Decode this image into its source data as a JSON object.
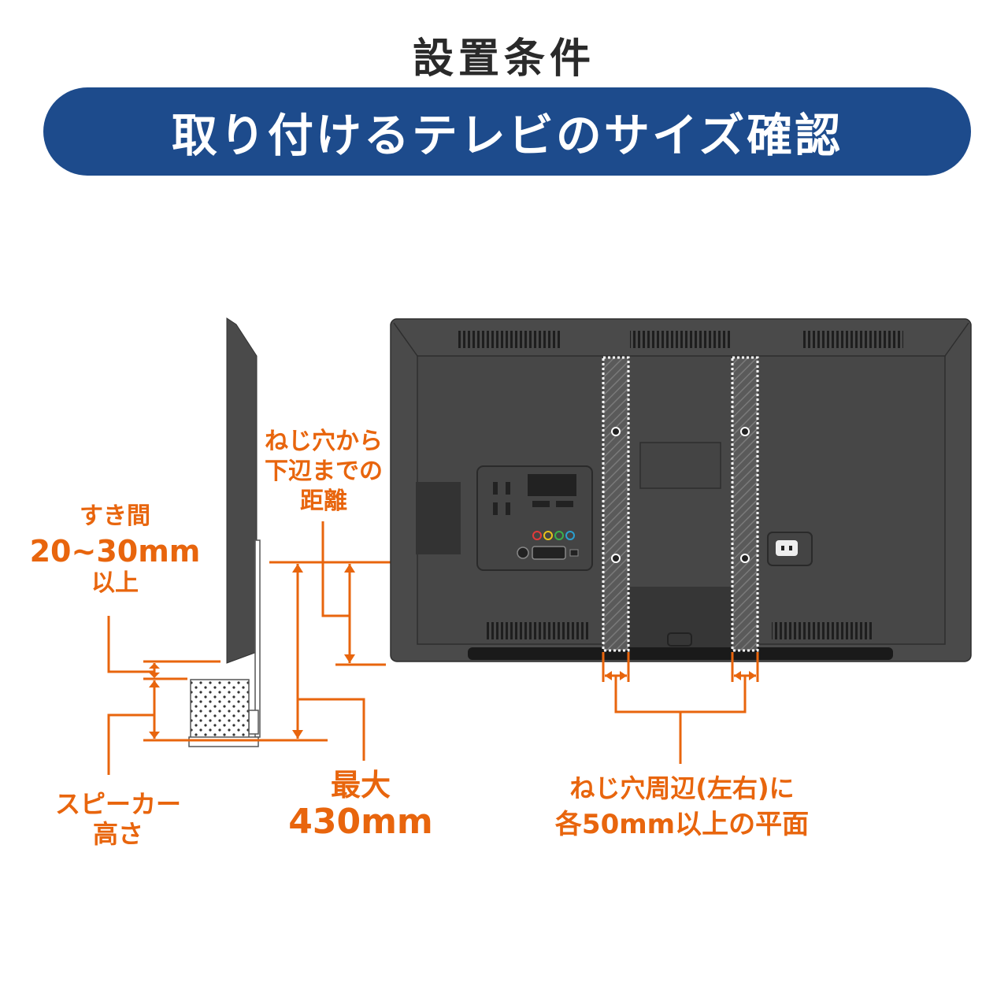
{
  "header": {
    "title": "設置条件",
    "banner": "取り付けるテレビのサイズ確認"
  },
  "labels": {
    "screw_distance": [
      "ねじ穴から",
      "下辺までの",
      "距離"
    ],
    "gap": [
      "すき間",
      "20~30mm",
      "以上"
    ],
    "speaker_height": [
      "スピーカー",
      "高さ"
    ],
    "max": [
      "最大",
      "430mm"
    ],
    "flat_area": [
      "ねじ穴周辺(左右)に",
      "各50mm以上の平面"
    ]
  },
  "colors": {
    "brand_blue": "#1d4b8c",
    "accent_orange": "#e8650d",
    "tv_body": "#4a4a4a",
    "tv_dark": "#363636",
    "text_dark": "#2a2a2a"
  }
}
